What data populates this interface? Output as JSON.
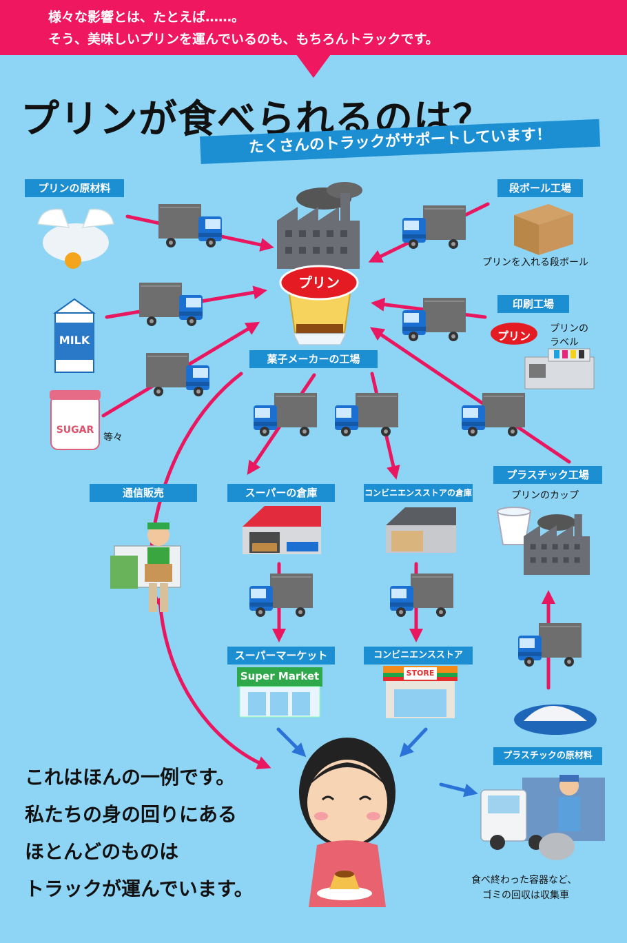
{
  "banner": {
    "line1": "様々な影響とは、たとえば……。",
    "line2": "そう、美味しいプリンを運んでいるのも、もちろんトラックです。"
  },
  "title": "プリンが食べられるのは？",
  "subtitle": "たくさんのトラックがサポートしています！",
  "pudding_label": "プリン",
  "nodes": {
    "ingredients": "プリンの原材料",
    "cardboard_factory": "段ボール工場",
    "print_factory": "印刷工場",
    "confectionery_factory": "菓子メーカーの工場",
    "mail_order": "通信販売",
    "super_warehouse": "スーパーの倉庫",
    "cvs_warehouse": "コンビニエンスストアの倉庫",
    "plastic_factory": "プラスチック工場",
    "supermarket": "スーパーマーケット",
    "cvs": "コンビニエンスストア",
    "plastic_material": "プラスチックの原材料"
  },
  "captions": {
    "cardboard": "プリンを入れる段ボール",
    "label_line1": "プリンの",
    "label_line2": "ラベル",
    "etc": "等々",
    "cup": "プリンのカップ",
    "garbage_line1": "食べ終わった容器など、",
    "garbage_line2": "ゴミの回収は収集車"
  },
  "icons": {
    "milk_text": "MILK",
    "sugar_text": "SUGAR",
    "supermarket_sign": "Super Market",
    "store_sign": "STORE"
  },
  "outro": [
    "これはほんの一例です。",
    "私たちの身の回りにある",
    "ほとんどのものは",
    "トラックが運んでいます。"
  ],
  "colors": {
    "background": "#8ed4f4",
    "banner": "#ef175f",
    "tag": "#1c8fd3",
    "arrow": "#e8175f",
    "blue_arrow": "#2a72d8",
    "truck_cab": "#1b6fd0",
    "truck_box": "#6e6e6e"
  }
}
